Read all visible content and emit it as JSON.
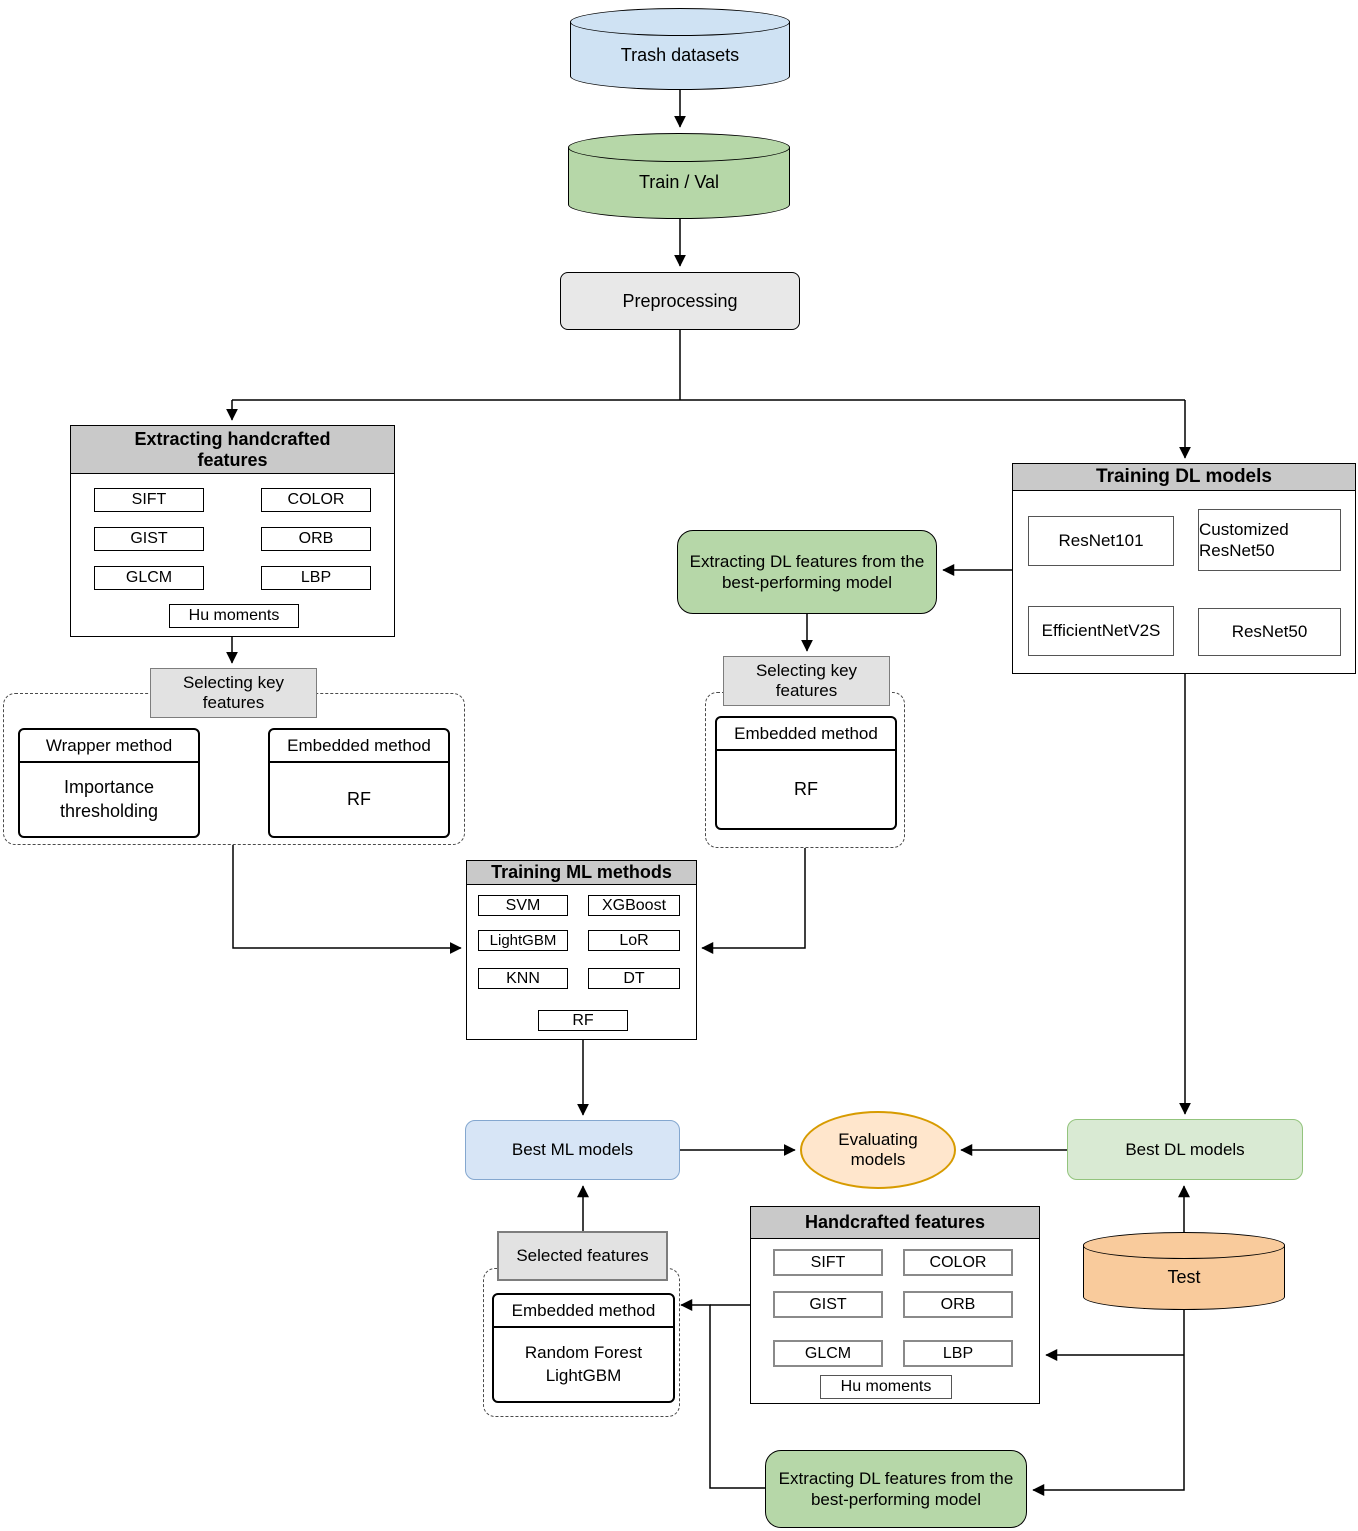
{
  "colors": {
    "cylinder_blue": "#cfe2f3",
    "cylinder_green": "#b6d7a8",
    "cylinder_orange": "#f9cb9c",
    "green_box": "#b6d7a8",
    "green_light_box": "#d9ead3",
    "green_border": "#93c47d",
    "blue_light_box": "#d7e5f6",
    "blue_border": "#84a7cf",
    "ellipse_fill": "#ffe6cc",
    "ellipse_border": "#d79b00",
    "header_gray": "#c9c9c9",
    "process_gray": "#e8e8e8"
  },
  "nodes": {
    "trash_datasets": {
      "label": "Trash datasets"
    },
    "train_val": {
      "label": "Train / Val"
    },
    "preprocessing": {
      "label": "Preprocessing"
    },
    "extracting_handcrafted": {
      "title": "Extracting handcrafted features",
      "features": [
        "SIFT",
        "COLOR",
        "GIST",
        "ORB",
        "GLCM",
        "LBP",
        "Hu moments"
      ]
    },
    "selecting_key_features_left": {
      "title": "Selecting key features",
      "wrapper_method": {
        "title": "Wrapper method",
        "body": "Importance thresholding"
      },
      "embedded_method": {
        "title": "Embedded method",
        "body": "RF"
      }
    },
    "extracting_dl_features_mid": {
      "label": "Extracting DL features from the best-performing model"
    },
    "selecting_key_features_mid": {
      "title": "Selecting key features",
      "embedded_method": {
        "title": "Embedded method",
        "body": "RF"
      }
    },
    "training_dl_models": {
      "title": "Training DL models",
      "models": [
        "ResNet101",
        "Customized ResNet50",
        "EfficientNetV2S",
        "ResNet50"
      ]
    },
    "training_ml_methods": {
      "title": "Training ML methods",
      "methods": [
        "SVM",
        "XGBoost",
        "LightGBM",
        "LoR",
        "KNN",
        "DT",
        "RF"
      ]
    },
    "best_ml_models": {
      "label": "Best ML models"
    },
    "evaluating_models": {
      "label": "Evaluating models"
    },
    "best_dl_models": {
      "label": "Best DL models"
    },
    "test": {
      "label": "Test"
    },
    "handcrafted_features": {
      "title": "Handcrafted features",
      "features": [
        "SIFT",
        "COLOR",
        "GIST",
        "ORB",
        "GLCM",
        "LBP",
        "Hu moments"
      ]
    },
    "selected_features": {
      "title": "Selected features",
      "embedded_method": {
        "title": "Embedded method",
        "body": "Random Forest LightGBM"
      }
    },
    "extracting_dl_features_bottom": {
      "label": "Extracting DL features from the best-performing model"
    }
  }
}
